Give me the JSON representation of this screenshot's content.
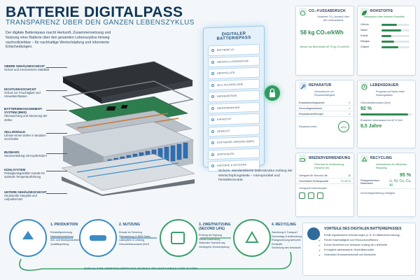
{
  "header": {
    "title": "BATTERIE DIGITALPASS",
    "subtitle": "TRANSPARENZ ÜBER DEN GANZEN LEBENSZYKLUS",
    "intro": "Der digitale Batteriepass macht Herkunft, Zusammensetzung und Nutzung einer Batterie über den gesamten Lebenszyklus hinweg nachvollziehbar – für nachhaltige Wertschöpfung und informierte Entscheidungen."
  },
  "battery_labels": [
    {
      "title": "OBERE GEHÄUSESCHICHT",
      "text": "Schutz und mechanische Stabilität"
    },
    {
      "title": "DICHTUNGSSCHICHT",
      "text": "Schutz vor Feuchtigkeit und Umwelteinflüssen"
    },
    {
      "title": "BATTERIEMANAGEMENT-SYSTEM (BMS)",
      "text": "Überwachung und Steuerung der Zellen"
    },
    {
      "title": "ZELLMODULE",
      "text": "Lithium-Ionen-Zellen in Modulen verschaltet"
    },
    {
      "title": "BUSBARS",
      "text": "Stromverteilung mit Kupferleitern"
    },
    {
      "title": "KÜHLSYSTEM",
      "text": "Flüssigkeitsgekühlte Kanäle für optimale Temperaturführung"
    },
    {
      "title": "UNTERE GEHÄUSESCHICHT",
      "text": "Strukturelle Integrität und Aufprallschutz"
    }
  ],
  "passport": {
    "title": "DIGITALER BATTERIEPASS",
    "items": [
      "BATTERIE-ID",
      "HERSTELLUNGSDATUM",
      "HERSTELLER",
      "ZELLTECHNOLOGIE",
      "NENNENERGIE",
      "NENNSPANNUNG",
      "KAPAZITÄT",
      "GEWICHT",
      "SOFTWARE-VERSION (BMS)",
      "ZERTIFIKATE",
      "HISTORIE & NUTZUNG"
    ],
    "caption": "Sichere, standardisierte Datenstruktur entlang der Wertschöpfungskette – interoperabel und herstellerneutral."
  },
  "co2": {
    "title": "CO₂-FUSSABDRUCK",
    "desc": "Gesamter CO₂-Ausstoß über den Lebenszyklus",
    "value": "58 kg CO₂e/kWh",
    "benchmark": "Besser als Benchmark (Ø 75 kg CO₂e/kWh)"
  },
  "rohstoffe": {
    "title": "ROHSTOFFE",
    "desc": "Transparenz über kritische Rohstoffe",
    "items": [
      {
        "name": "Lithium",
        "level": 0.55
      },
      {
        "name": "Nickel",
        "level": 0.7
      },
      {
        "name": "Kobalt",
        "level": 0.35
      },
      {
        "name": "Mangan",
        "level": 0.45
      },
      {
        "name": "Graphit",
        "level": 0.6
      }
    ]
  },
  "reparatur": {
    "title": "REPARATUR",
    "desc": "Informationen zur Reparaturfähigkeit",
    "rows": [
      "Ersatzteilverfügbarkeit",
      "Demontageaufwand",
      "Reparaturanleitungen"
    ],
    "index_label": "Reparatur-Index",
    "index_value": "8/10"
  },
  "lebensdauer": {
    "title": "LEBENSDAUER",
    "desc": "Prognose auf Basis realer Nutzungsdaten",
    "soh_label": "Gesundheitszustand (SoH)",
    "soh_value": "92 %",
    "soh_level": 0.92,
    "expected_label": "Erwartete Lebensdauer bis 80 % SoH",
    "expected_value": "8,5 Jahre"
  },
  "wiederverwendung": {
    "title": "WIEDERVERWENDUNG",
    "desc": "Potenzial für Zweitnutzung (Second Life)",
    "rows": [
      {
        "label": "Geeignet für Second Life",
        "value": "JA"
      },
      {
        "label": "Geschätzte Restkapazität",
        "value": "70–80 %"
      }
    ],
    "apps_label": "Geeignete Anwendungen"
  },
  "recycling": {
    "title": "RECYCLING",
    "desc": "Informationen für effizientes Recycling",
    "value": "95 %",
    "materials_label": "Rückgewinnbare Materialien",
    "materials_value": "Li, Ni, Co, Cu, Al",
    "demontage_label": "Demontageanleitung verfügbar"
  },
  "process": [
    {
      "title": "1. PRODUKTION",
      "items": [
        "Rohstoffgewinnung",
        "Materialverarbeitung",
        "Zell- und Modulproduktion",
        "Qualitätsprüfung"
      ]
    },
    {
      "title": "2. NUTZUNG",
      "items": [
        "Einsatz im Fahrzeug",
        "Überwachung & BMS-Daten",
        "Ladezyklen & Leistung",
        "Gesundheitszustand (SoH)"
      ]
    },
    {
      "title": "3. ZWEITNUTZUNG (SECOND LIFE)",
      "items": [
        "Prüfung der Eignung",
        "Zweite Anwendung",
        "Stationäre Speicherung",
        "Verlängerte Wertschöpfung"
      ]
    },
    {
      "title": "4. RECYCLING",
      "items": [
        "Sammlung & Transport",
        "Demontage & Aufbereitung",
        "Rückgewinnung wertvoller Rohstoffe",
        "Schließung des Kreislaufs"
      ]
    }
  ],
  "footer": "ZIRKULÄRE WERTSCHÖPFUNG DURCH TRANSPARENZ UND DATEN",
  "vorteile": {
    "title": "VORTEILE DES DIGITALEN BATTERIEPASSES",
    "items": [
      "Erfüllt regulatorische Anforderungen (z. B. EU-Batterieverordnung)",
      "Fördert Nachhaltigkeit und Ressourceneffizienz",
      "Erhöht Sicherheit und Vertrauen entlang der Lieferkette",
      "Ermöglicht datenbasierte Geschäftsmodelle",
      "Unterstützt Kreislaufwirtschaft und Klimaziele"
    ]
  },
  "colors": {
    "primary": "#0f3556",
    "accent_green": "#2e8b50",
    "accent_blue": "#3a8cc4"
  }
}
